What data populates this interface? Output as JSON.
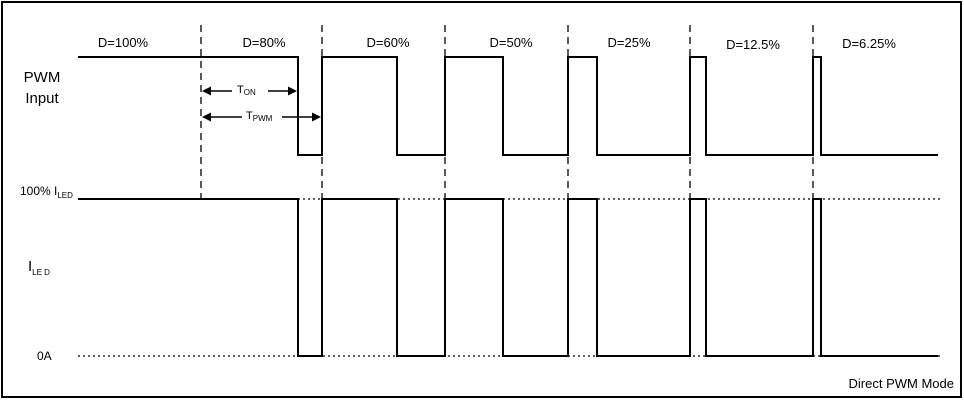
{
  "signals": {
    "pwm_line1": "PWM",
    "pwm_line2": "Input",
    "iled_main": "I",
    "iled_sub": "LE D"
  },
  "levels": {
    "full_main": "100% I",
    "full_sub": "LED",
    "zero": "0A"
  },
  "arrows": {
    "ton_main": "T",
    "ton_sub": "ON",
    "tpwm_main": "T",
    "tpwm_sub": "PWM"
  },
  "segments": [
    {
      "label": "D=100%",
      "duty": 1.0
    },
    {
      "label": "D=80%",
      "duty": 0.8
    },
    {
      "label": "D=60%",
      "duty": 0.6
    },
    {
      "label": "D=50%",
      "duty": 0.5
    },
    {
      "label": "D=25%",
      "duty": 0.25
    },
    {
      "label": "D=12.5%",
      "duty": 0.125
    },
    {
      "label": "D=6.25%",
      "duty": 0.0625
    }
  ],
  "mode_label": "Direct PWM Mode"
}
